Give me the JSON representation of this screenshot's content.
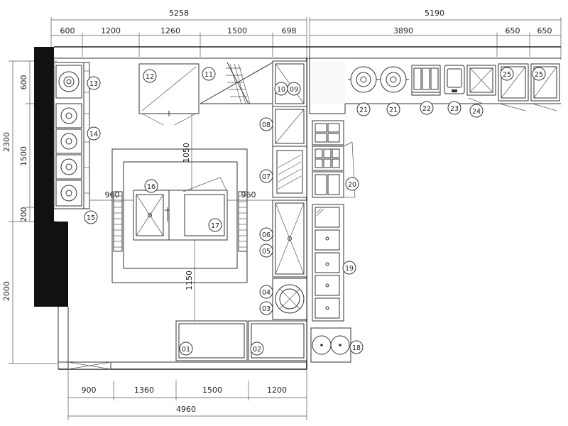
{
  "dimensions": {
    "top_total_left": "5258",
    "top_total_right": "5190",
    "top_segments": [
      "600",
      "1200",
      "1260",
      "1500",
      "698"
    ],
    "right_segments": [
      "3890",
      "650",
      "650"
    ],
    "left_vertical": [
      "600",
      "2300",
      "1500",
      "200",
      "2000"
    ],
    "bottom_segments": [
      "900",
      "1360",
      "1500",
      "1200"
    ],
    "bottom_total": "4960",
    "island_left": "960",
    "island_right": "960",
    "island_top": "1050",
    "island_bottom": "1150"
  },
  "tags": {
    "t01": "01",
    "t02": "02",
    "t03": "03",
    "t04": "04",
    "t05": "05",
    "t06": "06",
    "t07": "07",
    "t08": "08",
    "t09": "09",
    "t10": "10",
    "t11": "11",
    "t12": "12",
    "t13": "13",
    "t14": "14",
    "t15": "15",
    "t16": "16",
    "t17": "17",
    "t18": "18",
    "t19": "19",
    "t20": "20",
    "t21a": "21",
    "t21b": "21",
    "t22": "22",
    "t23": "23",
    "t24": "24",
    "t25a": "25",
    "t25b": "25"
  }
}
